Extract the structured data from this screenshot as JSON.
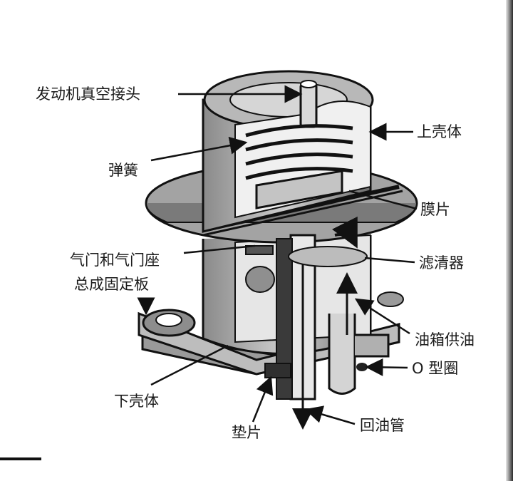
{
  "diagram": {
    "labels": {
      "engine_vacuum_connector": "发动机真空接头",
      "spring": "弹簧",
      "valve_plate_line1": "气门和气门座",
      "valve_plate_line2": "总成固定板",
      "upper_housing": "上壳体",
      "diaphragm": "膜片",
      "filter": "滤清器",
      "tank_supply": "油箱供油",
      "o_ring": "O 型圈",
      "lower_housing": "下壳体",
      "gasket": "垫片",
      "return_pipe": "回油管"
    }
  }
}
